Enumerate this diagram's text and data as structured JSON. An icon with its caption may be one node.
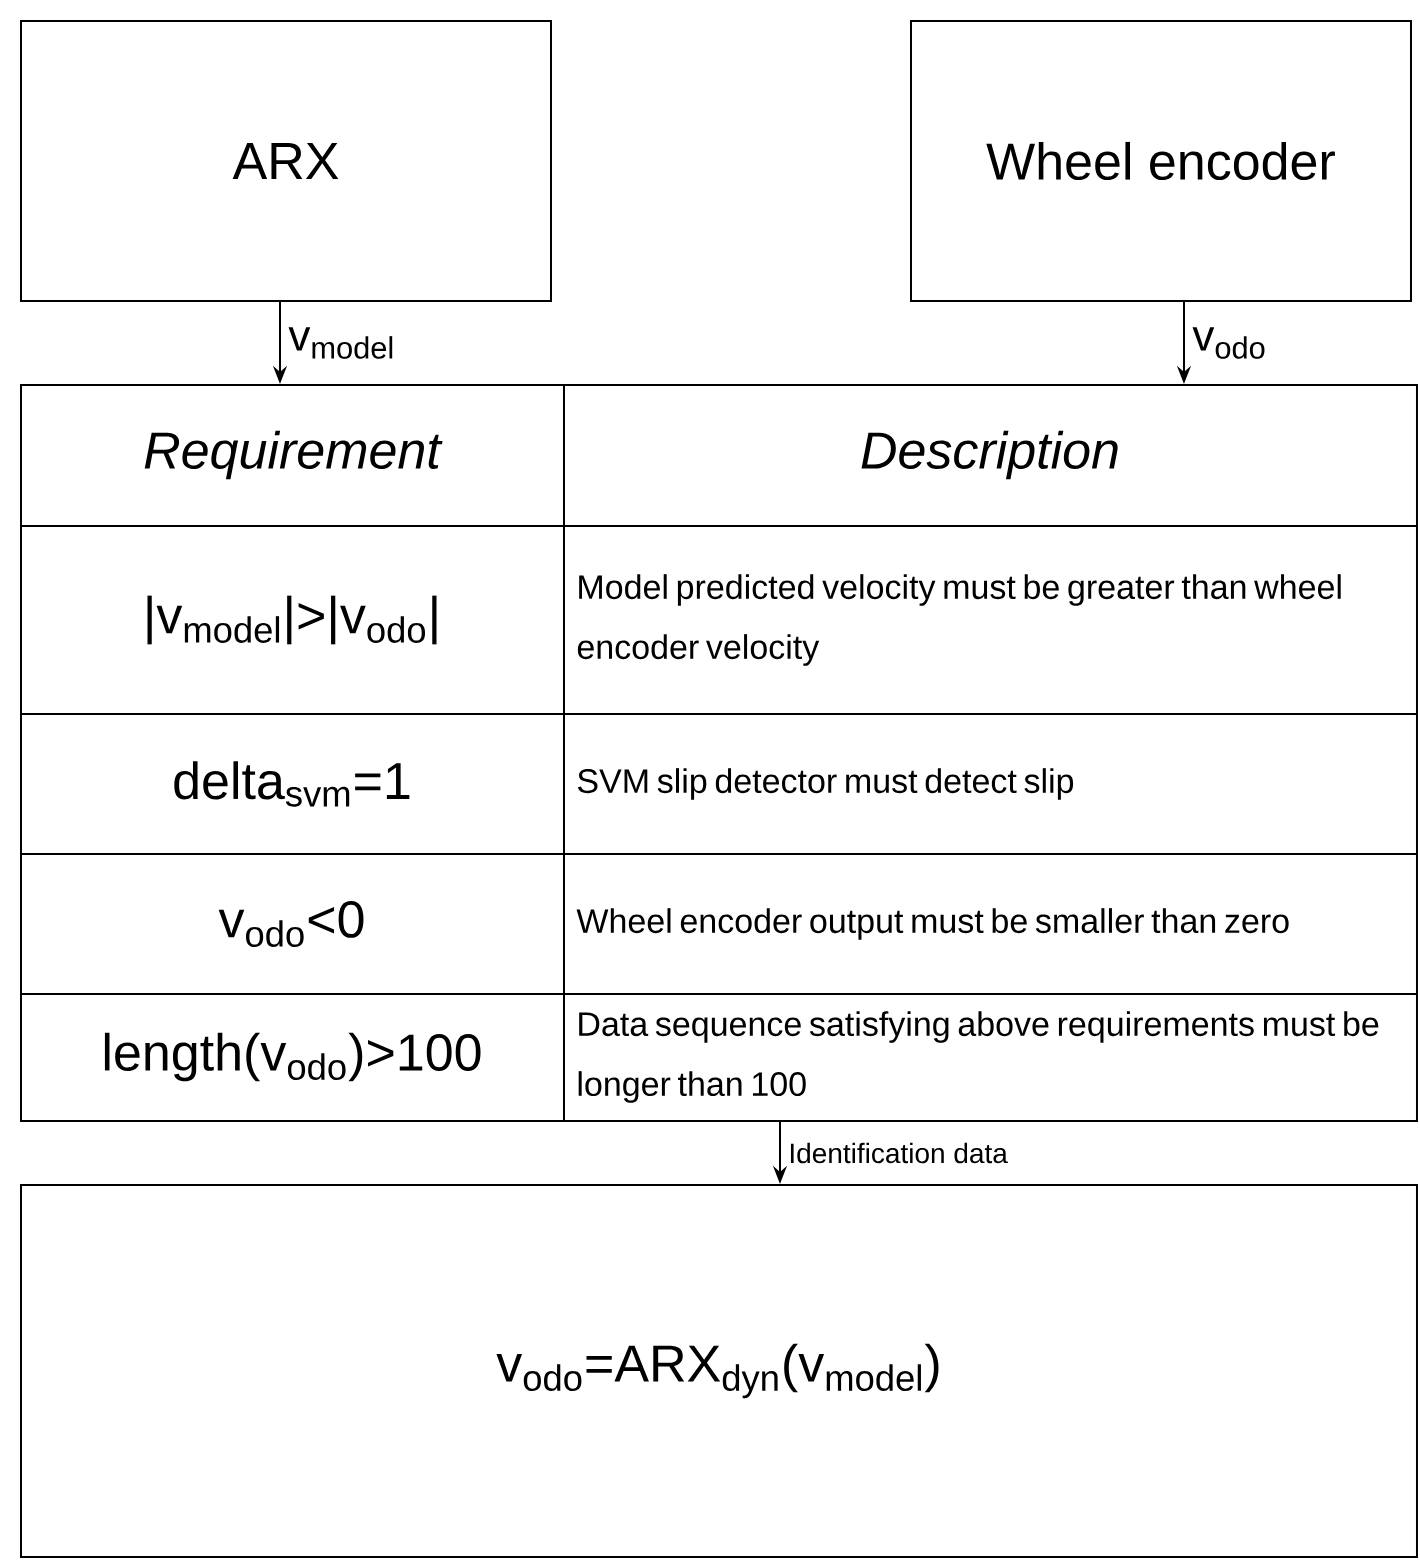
{
  "diagram": {
    "nodes": [
      {
        "text": [
          "ARX"
        ]
      },
      {
        "text": [
          "Wheel encoder"
        ]
      },
      {
        "text": [],
        "shape": "box"
      },
      {
        "text": [
          "v$_{odo}$=ARX$_{dyn}$(v$_{model}$)"
        ]
      }
    ],
    "edges": [
      {
        "from": 0,
        "to": 2,
        "arrow": "to",
        "label": "v$_{model}$"
      },
      {
        "from": 1,
        "to": 2,
        "arrow": "to",
        "label": "v$_{odo}$"
      },
      {
        "from": 2,
        "to": 3,
        "arrow": "to",
        "label": "Identification data"
      }
    ],
    "labels": [
      "Requirement",
      "Description",
      "|v$_{model}$|>|v$_{odo}$|",
      "Model predicted velocity must be greater than wheel encoder velocity",
      "delta$_{svm}$=1",
      "SVM slip detector must detect slip",
      "v$_{odo}$<0",
      "Wheel encoder output must be smaller than zero",
      "length(v$_{odo}$)>100",
      "Data sequence satisfying above requirements must be longer than 100"
    ]
  }
}
